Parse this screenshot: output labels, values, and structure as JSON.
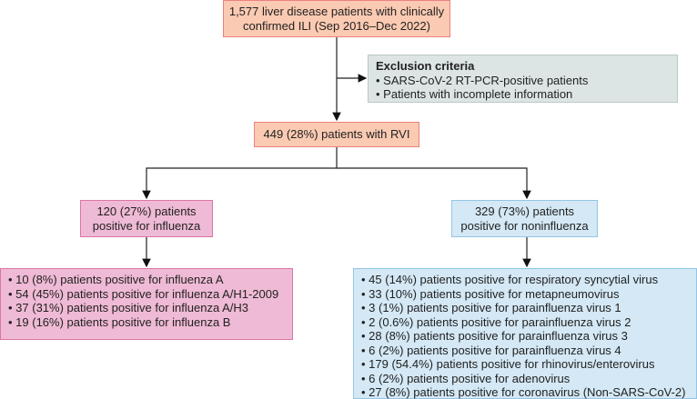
{
  "colors": {
    "start": "#fbcab2",
    "exclusion": "#dce5e4",
    "influenza": "#efbad5",
    "noninfluenza": "#d4e8f5"
  },
  "start": {
    "line1": "1,577 liver disease patients with clinically",
    "line2": "confirmed ILI (Sep 2016–Dec 2022)"
  },
  "exclusion": {
    "title": "Exclusion criteria",
    "items": [
      "SARS-CoV-2 RT-PCR-positive patients",
      "Patients with incomplete information"
    ]
  },
  "rvi": {
    "label": "449 (28%) patients with RVI"
  },
  "influenza": {
    "line1": "120 (27%) patients",
    "line2": "positive for influenza",
    "items": [
      "10 (8%) patients positive for influenza A",
      "54 (45%) patients positive for influenza A/H1-2009",
      "37 (31%) patients positive for influenza A/H3",
      "19 (16%) patients positive for influenza B"
    ]
  },
  "noninfluenza": {
    "line1": "329 (73%) patients",
    "line2": "positive for noninfluenza",
    "items": [
      "45 (14%) patients positive for respiratory syncytial virus",
      "33 (10%) patients positive for metapneumovirus",
      "3 (1%) patients positive for parainfluenza virus 1",
      "2 (0.6%) patients positive for parainfluenza virus 2",
      "28 (8%) patients positive for parainfluenza virus 3",
      "6 (2%) patients positive for parainfluenza virus 4",
      "179 (54.4%) patients positive for rhinovirus/enterovirus",
      "6 (2%) patients positive for adenovirus",
      "27 (8%) patients positive for coronavirus (Non-SARS-CoV-2)"
    ]
  }
}
